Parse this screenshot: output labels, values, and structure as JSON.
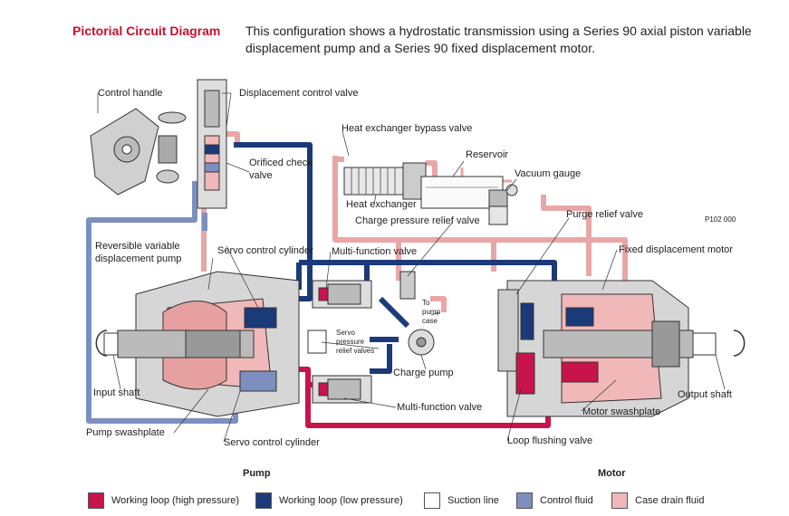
{
  "header": {
    "title": "Pictorial Circuit Diagram",
    "description": "This configuration shows a hydrostatic transmission using a Series 90 axial piston variable displacement pump and a Series 90 fixed displacement motor."
  },
  "diagram": {
    "figure_code": "P102 000",
    "labels": {
      "control_handle": "Control handle",
      "displacement_control_valve": "Displacement control valve",
      "orificed_check_valve_1": "Orificed check",
      "orificed_check_valve_2": "valve",
      "heat_exchanger_bypass_valve": "Heat exchanger bypass valve",
      "reservoir": "Reservoir",
      "vacuum_gauge": "Vacuum gauge",
      "heat_exchanger": "Heat exchanger",
      "charge_pressure_relief_valve": "Charge pressure relief valve",
      "purge_relief_valve": "Purge relief valve",
      "reversible_pump_1": "Reversible variable",
      "reversible_pump_2": "displacement pump",
      "servo_control_cylinder_top": "Servo control cylinder",
      "multi_function_valve_top": "Multi-function valve",
      "fixed_displacement_motor": "Fixed displacement motor",
      "to_pump_case_1": "To",
      "to_pump_case_2": "pump",
      "to_pump_case_3": "case",
      "servo_pressure_relief_1": "Servo",
      "servo_pressure_relief_2": "pressure",
      "servo_pressure_relief_3": "relief valves",
      "charge_pump": "Charge pump",
      "input_shaft": "Input shaft",
      "output_shaft": "Output shaft",
      "multi_function_valve_bottom": "Multi-function valve",
      "motor_swashplate": "Motor swashplate",
      "pump_swashplate": "Pump swashplate",
      "loop_flushing_valve": "Loop flushing valve",
      "servo_control_cylinder_bottom": "Servo control cylinder"
    }
  },
  "legend": {
    "pump_heading": "Pump",
    "motor_heading": "Motor",
    "items": [
      {
        "label": "Working loop (high pressure)",
        "color": "#c8144a"
      },
      {
        "label": "Working loop (low pressure)",
        "color": "#1b3a7a"
      },
      {
        "label": "Suction line",
        "color": "#ffffff"
      },
      {
        "label": "Control fluid",
        "color": "#7d8fbf"
      },
      {
        "label": "Case drain fluid",
        "color": "#f0b8b8"
      }
    ]
  },
  "colors": {
    "high_pressure": "#c8144a",
    "low_pressure": "#1b3a7a",
    "control": "#7d8fbf",
    "case_drain": "#f0b8b8",
    "title": "#c8102e"
  }
}
